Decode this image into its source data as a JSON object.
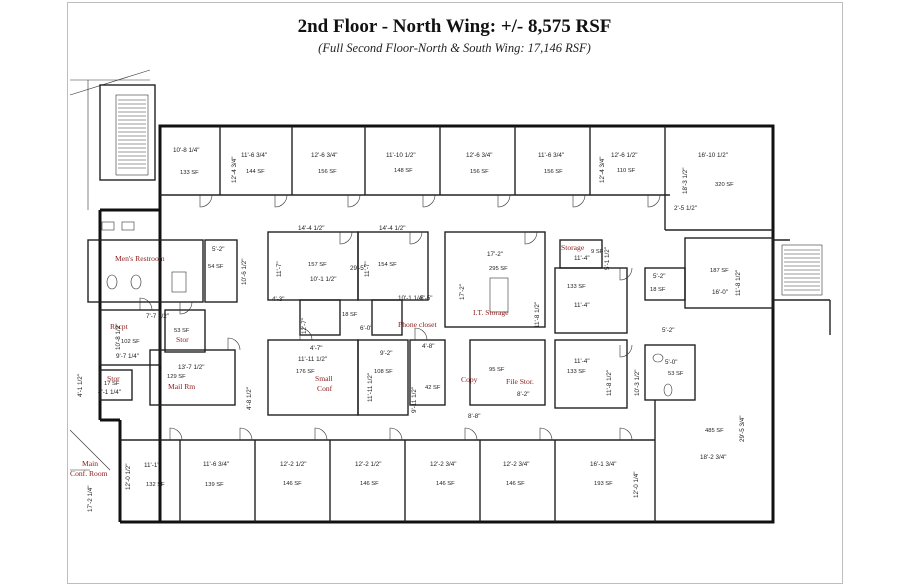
{
  "header": {
    "title": "2nd Floor - North Wing: +/- 8,575 RSF",
    "subtitle": "(Full Second Floor-North & South Wing: 17,146 RSF)"
  },
  "room_labels": [
    {
      "id": "mens",
      "text": "Men's Restroom"
    },
    {
      "id": "recpt",
      "text": "Recpt"
    },
    {
      "id": "stor1",
      "text": "Stor"
    },
    {
      "id": "mail",
      "text": "Mail Rm"
    },
    {
      "id": "stor2",
      "text": "Stor"
    },
    {
      "id": "main_conf_1",
      "text": "Main"
    },
    {
      "id": "main_conf_2",
      "text": "Conf. Room"
    },
    {
      "id": "small_conf_1",
      "text": "Small"
    },
    {
      "id": "small_conf_2",
      "text": "Conf"
    },
    {
      "id": "phone",
      "text": "Phone closet"
    },
    {
      "id": "it",
      "text": "I.T. Storage"
    },
    {
      "id": "copy",
      "text": "Copy"
    },
    {
      "id": "file",
      "text": "File Stor."
    },
    {
      "id": "storage",
      "text": "Storage"
    }
  ],
  "top_offices": [
    {
      "dim": "10'-8 1/4\"",
      "sf": "133 SF"
    },
    {
      "dim": "11'-6 3/4\"",
      "sf": "144 SF"
    },
    {
      "dim": "12'-6 3/4\"",
      "sf": "156 SF"
    },
    {
      "dim": "11'-10 1/2\"",
      "sf": "148 SF"
    },
    {
      "dim": "12'-6 3/4\"",
      "sf": "156 SF"
    },
    {
      "dim": "11'-6 3/4\"",
      "sf": "156 SF"
    },
    {
      "dim": "12'-6 1/2\"",
      "sf": "110 SF"
    },
    {
      "dim": "16'-10 1/2\"",
      "sf": "320 SF"
    }
  ],
  "bottom_offices": [
    {
      "dim": "11'-1\"",
      "sf": "132 SF"
    },
    {
      "dim": "11'-6 3/4\"",
      "sf": "139 SF"
    },
    {
      "dim": "12'-2 1/2\"",
      "sf": "146 SF"
    },
    {
      "dim": "12'-2 1/2\"",
      "sf": "146 SF"
    },
    {
      "dim": "12'-2 3/4\"",
      "sf": "146 SF"
    },
    {
      "dim": "12'-2 3/4\"",
      "sf": "146 SF"
    },
    {
      "dim": "16'-1 3/4\"",
      "sf": "193 SF"
    }
  ],
  "interior": {
    "d_14_4a": "14'-4 1/2\"",
    "d_14_4b": "14'-4 1/2\"",
    "sf_157": "157 SF",
    "sf_154": "154 SF",
    "d_10_1a": "10'-1 1/2\"",
    "d_29_5": "29'-5\"",
    "d_11_7": "11'-7\"",
    "d_4_3": "4'-3\"",
    "d_12_7": "12'-7\"",
    "d_5_5": "5'-5\"",
    "sf_18": "18 SF",
    "d_10_1b": "10'-1 1/4\"",
    "d_6_0": "6'-0\"",
    "d_4_7": "4'-7\"",
    "d_9_2": "9'-2\"",
    "d_4_8": "4'-8\"",
    "d_11_11": "11'-11 1/2\"",
    "sf_176": "176 SF",
    "sf_108": "108 SF",
    "d_11_11b": "11'-11 1/2\"",
    "d_9_11": "9'-11 1/2\"",
    "sf_42": "42 SF",
    "d_4_8b": "4'-8 1/2\"",
    "d_8_8": "8'-8\"",
    "d_17_2a": "17'-2\"",
    "sf_295": "295 SF",
    "d_17_2b": "17'-2\"",
    "sf_95": "95 SF",
    "d_8_2": "8'-2\"",
    "d_5_2a": "5'-2\"",
    "sf_54": "54 SF",
    "d_10_6": "10'-6 1/2\"",
    "d_7_7": "7'-7 1/2\"",
    "sf_53a": "53 SF",
    "sf_102": "102 SF",
    "d_10_8": "10'-8 1/2\"",
    "d_9_7": "9'-7 1/4\"",
    "d_13_7": "13'-7 1/2\"",
    "sf_129": "129 SF",
    "d_4_1": "4'-1 1/4\"",
    "d_4_1b": "4'-1 1/2\"",
    "sf_17": "17 SF",
    "d_11_4a": "11'-4\"",
    "sf_133a": "133 SF",
    "d_11_4b": "11'-4\"",
    "d_11_8a": "11'-8 1/2\"",
    "d_11_4c": "11'-4\"",
    "sf_133b": "133 SF",
    "d_11_8b": "11'-8 1/2\"",
    "sf_9": "9 SF",
    "d_5_1": "5'-1 1/2\"",
    "d_5_2b": "5'-2\"",
    "sf_18b": "18 SF",
    "sf_187": "187 SF",
    "d_16_0": "16'-0\"",
    "d_11_8c": "11'-8 1/2\"",
    "d_5_2c": "5'-2\"",
    "d_5_0": "5'-0\"",
    "sf_53b": "53 SF",
    "d_10_3": "10'-3 1/2\"",
    "sf_485": "485 SF",
    "d_29_5b": "29'-5 3/4\"",
    "d_18_2": "18'-2 3/4\"",
    "d_2_5": "2'-5 1/2\"",
    "d_18_3": "18'-3 1/2\"",
    "d_12_0a": "12'-0 1/2\"",
    "d_12_0b": "12'-0 1/4\"",
    "d_17_2c": "17'-2 1/4\"",
    "d_12_4a": "12'-4 3/4\"",
    "d_12_4b": "12'-4 3/4\""
  }
}
